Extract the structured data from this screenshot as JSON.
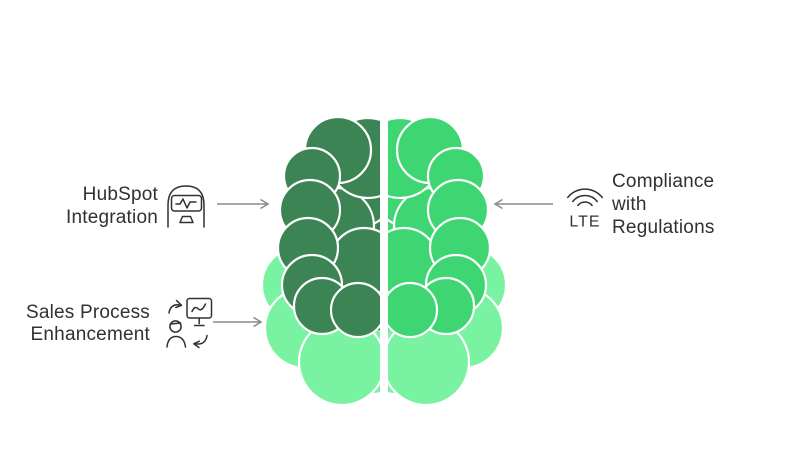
{
  "colors": {
    "background": "#ffffff",
    "left_hemisphere": "#3C8454",
    "right_hemisphere": "#3ED672",
    "lower_lobes": "#79F2A2",
    "arrow": "#8A8A8A",
    "text": "#303036"
  },
  "labels": {
    "hubspot": {
      "lines": [
        "HubSpot",
        "Integration"
      ]
    },
    "sales": {
      "lines": [
        "Sales Process",
        "Enhancement"
      ]
    },
    "compliance": {
      "lines": [
        "Compliance",
        "with",
        "Regulations"
      ],
      "icon_text": "LTE"
    }
  },
  "icons": {
    "hubspot": "kiosk-pulse-monitor-icon",
    "sales": "presentation-workflow-icon",
    "compliance": "lte-signal-icon"
  }
}
